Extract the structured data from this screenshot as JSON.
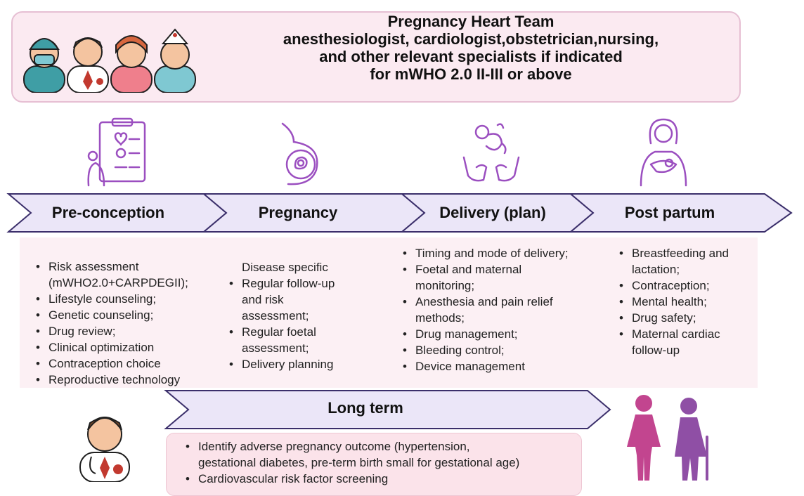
{
  "team": {
    "lines": [
      "Pregnancy Heart Team",
      "anesthesiologist, cardiologist,obstetrician,nursing,",
      "and other relevant specialists if indicated",
      "for mWHO 2.0 II-III or above"
    ]
  },
  "phases": [
    {
      "label": "Pre-conception",
      "icon": "clipboard-checklist-icon"
    },
    {
      "label": "Pregnancy",
      "icon": "pregnant-belly-icon"
    },
    {
      "label": "Delivery (plan)",
      "icon": "baby-in-hands-icon"
    },
    {
      "label": "Post partum",
      "icon": "mother-holding-baby-icon"
    }
  ],
  "columns": {
    "preconception": [
      {
        "text": "Risk assessment",
        "bullet": true
      },
      {
        "text": "(mWHO2.0+CARPDEGII);",
        "bullet": false
      },
      {
        "text": "Lifestyle counseling;",
        "bullet": true
      },
      {
        "text": "Genetic counseling;",
        "bullet": true
      },
      {
        "text": "Drug review;",
        "bullet": true
      },
      {
        "text": "Clinical optimization",
        "bullet": true
      },
      {
        "text": "Contraception choice",
        "bullet": true
      },
      {
        "text": "Reproductive technology",
        "bullet": true
      }
    ],
    "pregnancy": [
      {
        "text": "Disease specific",
        "bullet": false
      },
      {
        "text": "Regular follow-up",
        "bullet": true
      },
      {
        "text": "and risk",
        "bullet": false
      },
      {
        "text": "assessment;",
        "bullet": false
      },
      {
        "text": "Regular foetal",
        "bullet": true
      },
      {
        "text": "assessment;",
        "bullet": false
      },
      {
        "text": "Delivery planning",
        "bullet": true
      }
    ],
    "delivery": [
      {
        "text": "Timing and mode of delivery;",
        "bullet": true
      },
      {
        "text": "Foetal and maternal",
        "bullet": true
      },
      {
        "text": "monitoring;",
        "bullet": false
      },
      {
        "text": "Anesthesia and pain relief",
        "bullet": true
      },
      {
        "text": "methods;",
        "bullet": false
      },
      {
        "text": "Drug management;",
        "bullet": true
      },
      {
        "text": "Bleeding control;",
        "bullet": true
      },
      {
        "text": "Device management",
        "bullet": true
      }
    ],
    "postpartum": [
      {
        "text": "Breastfeeding and",
        "bullet": true
      },
      {
        "text": "lactation;",
        "bullet": false
      },
      {
        "text": "Contraception;",
        "bullet": true
      },
      {
        "text": "Mental health;",
        "bullet": true
      },
      {
        "text": "Drug safety;",
        "bullet": true
      },
      {
        "text": "Maternal cardiac",
        "bullet": true
      },
      {
        "text": "follow-up",
        "bullet": false
      }
    ]
  },
  "long_term": {
    "label": "Long term",
    "items": [
      {
        "text": "Identify adverse pregnancy outcome (hypertension,",
        "bullet": true
      },
      {
        "text": "gestational diabetes, pre-term birth small for gestational age)",
        "bullet": false
      },
      {
        "text": "Cardiovascular risk factor screening",
        "bullet": true
      }
    ]
  },
  "colors": {
    "phase_fill": "#ebe6f8",
    "phase_stroke": "#3b2f6b",
    "icon_purple": "#9b4fc0",
    "team_bg": "#fbeaf1",
    "content_bg": "#fcf0f4",
    "pink_figure": "#c2458f",
    "elder_figure": "#8f4fa5"
  }
}
